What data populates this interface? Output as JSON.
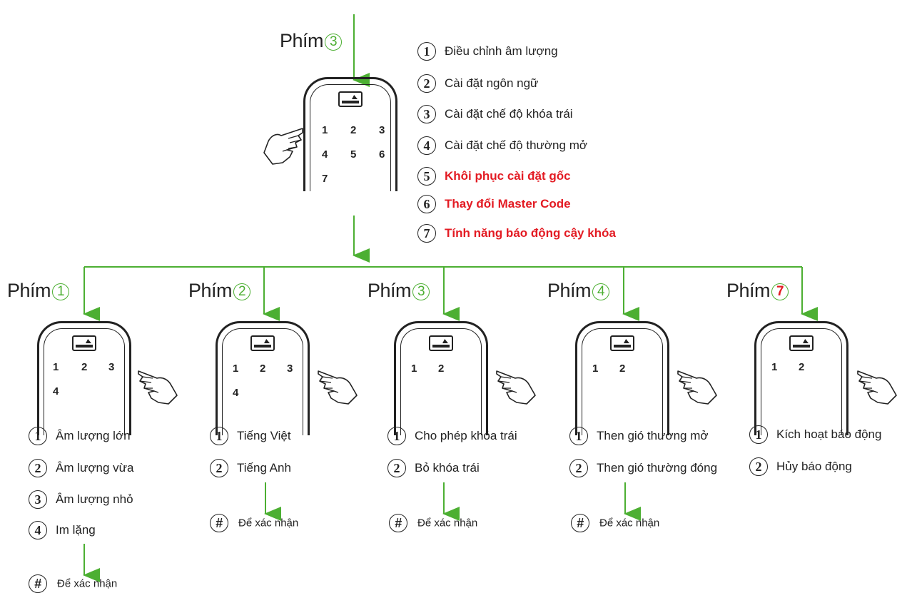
{
  "colors": {
    "accent": "#4caf32",
    "warning": "#e31b23"
  },
  "top": {
    "phim_label": "Phím",
    "phim_num": "3",
    "keypad": [
      "1",
      "2",
      "3",
      "4",
      "5",
      "6",
      "7"
    ],
    "menu": [
      {
        "num": "1",
        "text": "Điều chỉnh âm lượng",
        "highlight": false
      },
      {
        "num": "2",
        "text": "Cài đặt ngôn ngữ",
        "highlight": false
      },
      {
        "num": "3",
        "text": "Cài đặt chế độ khóa trái",
        "highlight": false
      },
      {
        "num": "4",
        "text": "Cài đặt chế độ thường mở",
        "highlight": false
      },
      {
        "num": "5",
        "text": "Khôi phục cài đặt gốc",
        "highlight": true
      },
      {
        "num": "6",
        "text": "Thay đổi Master Code",
        "highlight": true
      },
      {
        "num": "7",
        "text": "Tính năng báo động cậy khóa",
        "highlight": true
      }
    ]
  },
  "branches": [
    {
      "phim_label": "Phím",
      "phim_num": "1",
      "keypad": [
        "1",
        "2",
        "3",
        "4"
      ],
      "options": [
        {
          "num": "1",
          "text": "Âm lượng lớn"
        },
        {
          "num": "2",
          "text": "Âm lượng vừa"
        },
        {
          "num": "3",
          "text": "Âm lượng nhỏ"
        },
        {
          "num": "4",
          "text": "Im lặng"
        }
      ],
      "confirm": {
        "symbol": "#",
        "text": "Để xác nhận"
      }
    },
    {
      "phim_label": "Phím",
      "phim_num": "2",
      "keypad": [
        "1",
        "2",
        "3",
        "4"
      ],
      "options": [
        {
          "num": "1",
          "text": "Tiếng Việt"
        },
        {
          "num": "2",
          "text": "Tiếng Anh"
        }
      ],
      "confirm": {
        "symbol": "#",
        "text": "Để xác nhận"
      }
    },
    {
      "phim_label": "Phím",
      "phim_num": "3",
      "keypad": [
        "1",
        "2"
      ],
      "options": [
        {
          "num": "1",
          "text": "Cho phép khóa trái"
        },
        {
          "num": "2",
          "text": "Bỏ khóa trái"
        }
      ],
      "confirm": {
        "symbol": "#",
        "text": "Để xác nhận"
      }
    },
    {
      "phim_label": "Phím",
      "phim_num": "4",
      "keypad": [
        "1",
        "2"
      ],
      "options": [
        {
          "num": "1",
          "text": "Then gió thường mở"
        },
        {
          "num": "2",
          "text": "Then gió thường đóng"
        }
      ],
      "confirm": {
        "symbol": "#",
        "text": "Để xác nhận"
      }
    },
    {
      "phim_label": "Phím",
      "phim_num": "7",
      "keypad": [
        "1",
        "2"
      ],
      "options": [
        {
          "num": "1",
          "text": "Kích hoạt báo động"
        },
        {
          "num": "2",
          "text": "Hủy báo động"
        }
      ],
      "confirm": null
    }
  ]
}
